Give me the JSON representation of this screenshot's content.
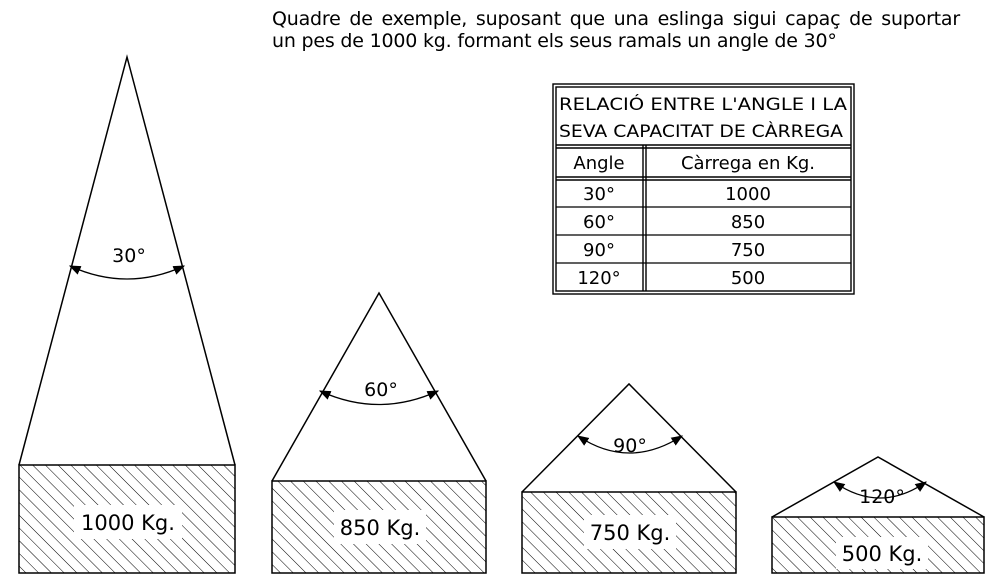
{
  "intro": {
    "line1": "Quadre de exemple, suposant que una eslinga sigui capaç de suportar",
    "line2": "un pes de 1000 kg. formant els seus ramals un angle de 30°"
  },
  "table": {
    "title_line1": "RELACIÓ ENTRE L'ANGLE  I LA",
    "title_line2": "SEVA CAPACITAT DE CÀRREGA",
    "headers": [
      "Angle",
      "Càrrega en Kg."
    ],
    "rows": [
      [
        "30°",
        "1000"
      ],
      [
        "60°",
        "850"
      ],
      [
        "90°",
        "750"
      ],
      [
        "120°",
        "500"
      ]
    ]
  },
  "slings": [
    {
      "angle": "30°",
      "load": "1000 Kg."
    },
    {
      "angle": "60°",
      "load": "850 Kg."
    },
    {
      "angle": "90°",
      "load": "750 Kg."
    },
    {
      "angle": "120°",
      "load": "500 Kg."
    }
  ]
}
